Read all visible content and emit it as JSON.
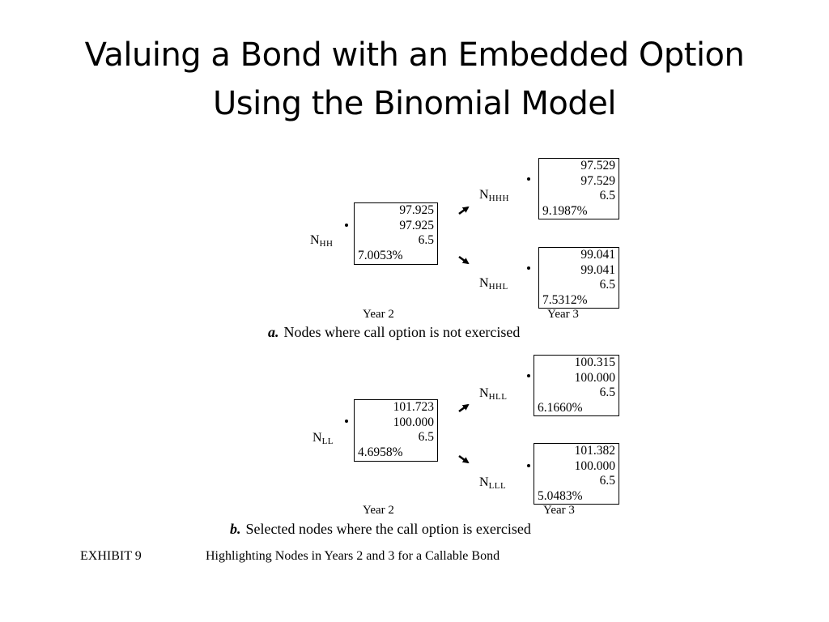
{
  "slide": {
    "title_line_1": "Valuing a Bond with an Embedded Option",
    "title_line_2": "Using the Binomial Model"
  },
  "panel_a": {
    "caption_letter": "a.",
    "caption_text": "Nodes where call option is not exercised",
    "year_left": "Year 2",
    "year_right": "Year 3",
    "root": {
      "name": "N",
      "sub": "HH",
      "values": [
        "97.925",
        "97.925",
        "6.5",
        "7.0053%"
      ]
    },
    "up": {
      "name": "N",
      "sub": "HHH",
      "values": [
        "97.529",
        "97.529",
        "6.5",
        "9.1987%"
      ]
    },
    "down": {
      "name": "N",
      "sub": "HHL",
      "values": [
        "99.041",
        "99.041",
        "6.5",
        "7.5312%"
      ]
    }
  },
  "panel_b": {
    "caption_letter": "b.",
    "caption_text": "Selected nodes where the call option is exercised",
    "year_left": "Year 2",
    "year_right": "Year 3",
    "root": {
      "name": "N",
      "sub": "LL",
      "values": [
        "101.723",
        "100.000",
        "6.5",
        "4.6958%"
      ]
    },
    "up": {
      "name": "N",
      "sub": "HLL",
      "values": [
        "100.315",
        "100.000",
        "6.5",
        "6.1660%"
      ]
    },
    "down": {
      "name": "N",
      "sub": "LLL",
      "values": [
        "101.382",
        "100.000",
        "6.5",
        "5.0483%"
      ]
    }
  },
  "exhibit": {
    "label": "EXHIBIT 9",
    "caption": "Highlighting Nodes in Years 2 and 3 for a Callable Bond"
  }
}
